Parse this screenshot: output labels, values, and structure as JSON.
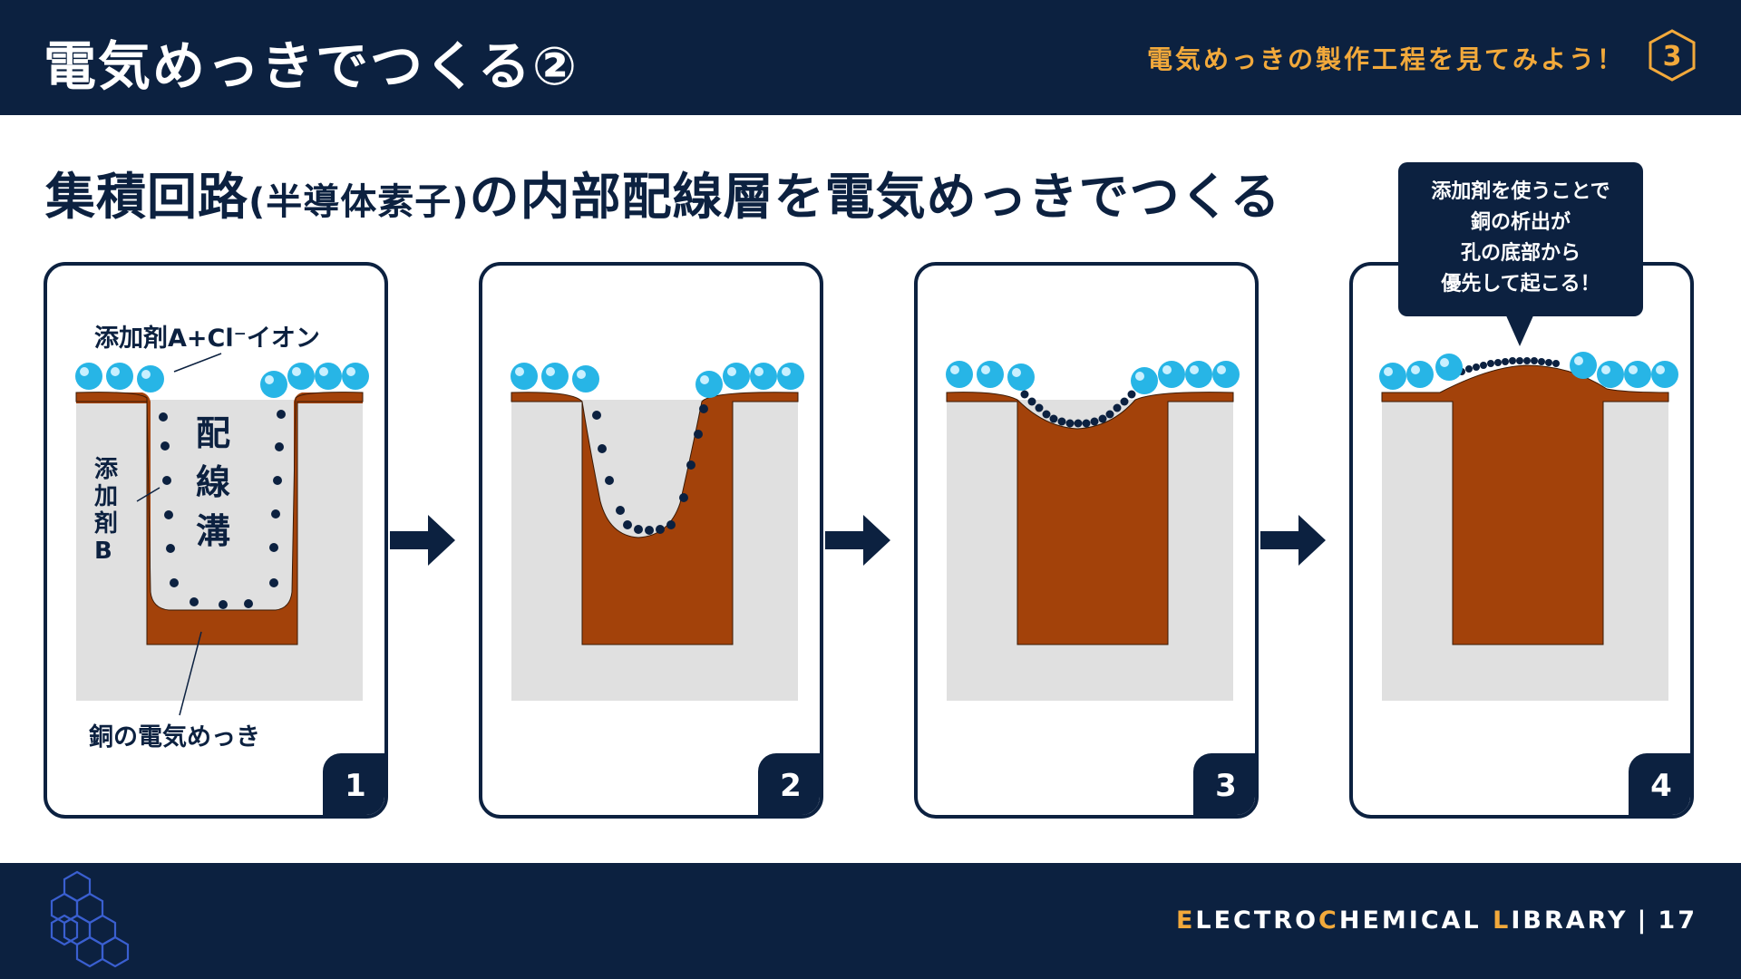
{
  "header": {
    "title": "電気めっきでつくる②",
    "subtitle": "電気めっきの製作工程を見てみよう！",
    "section_number": "3"
  },
  "headline": {
    "part1": "集積回路",
    "paren": "(半導体素子)",
    "part2": "の内部配線層を電気めっきでつくる"
  },
  "panel1_labels": {
    "additive_a": "添加剤A+Cl⁻イオン",
    "trench": "配線溝",
    "additive_b": "添加剤B",
    "copper": "銅の電気めっき"
  },
  "steps": [
    "1",
    "2",
    "3",
    "4"
  ],
  "callout": {
    "lines": [
      "添加剤を使うことで",
      "銅の析出が",
      "孔の底部から",
      "優先して起こる！"
    ]
  },
  "footer": {
    "brand_prefix_e": "E",
    "brand_a": "LECTRO",
    "brand_prefix_c": "C",
    "brand_b": "HEMICAL ",
    "brand_prefix_l": "L",
    "brand_c": "IBRARY",
    "divider": "|",
    "page": "17"
  },
  "colors": {
    "navy": "#0c2140",
    "copper": "#a3420a",
    "accent": "#f2a93b",
    "substrate": "#e0e0e0",
    "ion": "#27b5e6"
  }
}
